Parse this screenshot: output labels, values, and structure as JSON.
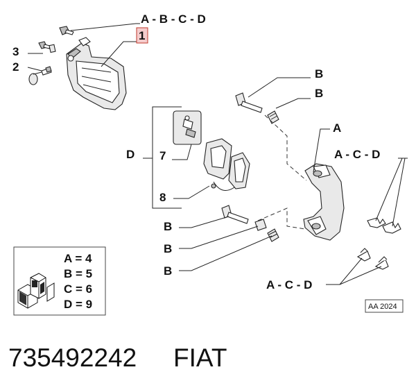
{
  "labels": {
    "top_group": "A - B - C - D",
    "item_1": "1",
    "item_2": "2",
    "item_3": "3",
    "bolt_b_top": "B",
    "bushing_b_top": "B",
    "bracket_a": "A",
    "clips_acd_upper": "A - C - D",
    "group_d": "D",
    "item_7": "7",
    "item_8": "8",
    "bolt_b_lower": "B",
    "bushing_b_lower": "B",
    "sleeve_b_lower": "B",
    "clips_acd_lower": "A - C - D"
  },
  "legend": {
    "rows": [
      "A = 4",
      "B = 5",
      "C = 6",
      "D = 9"
    ]
  },
  "reference_code": "AA 2024",
  "part_number": "735492242",
  "brand": "FIAT",
  "icons": {
    "kit_box": "kit-box-icon"
  },
  "colors": {
    "ink": "#111111",
    "item1_highlight_bg": "#f4cccc",
    "item1_highlight_border": "#c0392b",
    "part_fill_light": "#e9e9e9",
    "part_fill_dark": "#bdbdbd"
  }
}
